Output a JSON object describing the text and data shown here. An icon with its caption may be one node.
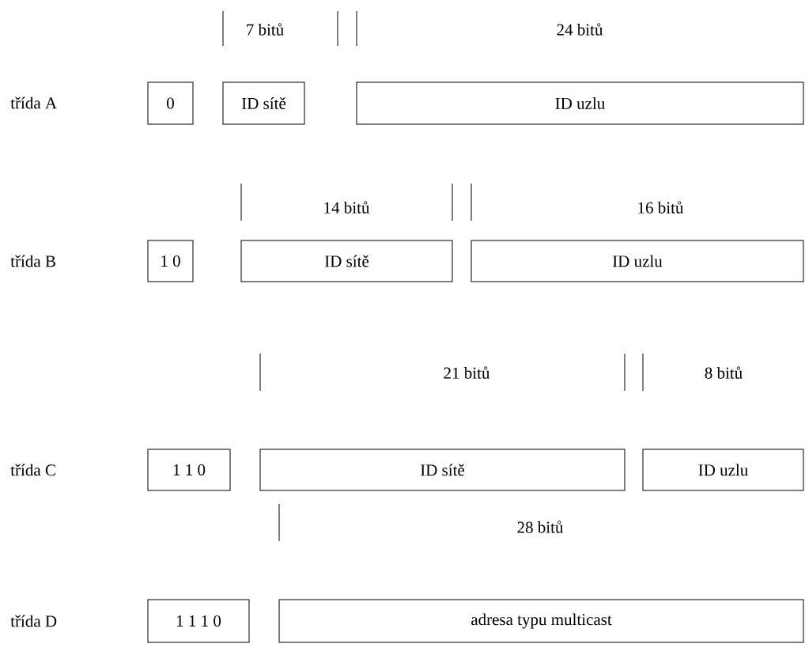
{
  "diagram": {
    "nodes": [
      {
        "text": [
          "0"
        ]
      },
      {
        "text": [
          "ID sítě"
        ]
      },
      {
        "text": [
          "ID uzlu"
        ]
      },
      {
        "text": [
          "1 0"
        ]
      },
      {
        "text": [
          "ID sítě"
        ]
      },
      {
        "text": [
          "ID uzlu"
        ]
      },
      {
        "text": [
          "1 1 0"
        ]
      },
      {
        "text": [
          "ID sítě"
        ]
      },
      {
        "text": [
          "ID uzlu"
        ]
      },
      {
        "text": [
          "1 1 1 0"
        ]
      },
      {
        "text": [
          "adresa typu multicast"
        ]
      }
    ],
    "labels": [
      "7 bitů",
      "24 bitů",
      "třída A",
      "14 bitů",
      "16 bitů",
      "třída B",
      "21 bitů",
      "8 bitů",
      "třída C",
      "28 bitů",
      "třída D"
    ]
  }
}
